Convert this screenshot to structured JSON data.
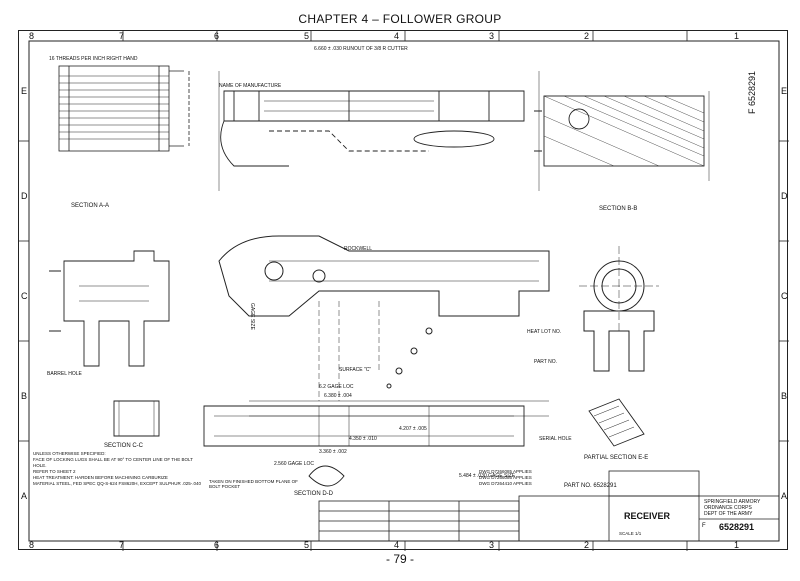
{
  "header": {
    "chapter_title": "CHAPTER 4 – FOLLOWER GROUP"
  },
  "footer": {
    "page_number": "- 79 -"
  },
  "border": {
    "columns_top": [
      "8",
      "7",
      "6",
      "5",
      "4",
      "3",
      "2",
      "1"
    ],
    "columns_bottom": [
      "8",
      "7",
      "6",
      "5",
      "4",
      "3",
      "2",
      "1"
    ],
    "rows_left": [
      "E",
      "D",
      "C",
      "B",
      "A"
    ],
    "rows_right": [
      "E",
      "D",
      "C",
      "B",
      "A"
    ]
  },
  "drawing_number_side": "F 6528291",
  "callouts": {
    "section_a": "SECTION A-A",
    "section_b": "SECTION B-B",
    "section_c": "SECTION C-C",
    "section_d": "SECTION D-D",
    "partial_e": "PARTIAL SECTION E-E",
    "thread": "16 THREADS PER INCH RIGHT HAND",
    "manufacture": "NAME OF MANUFACTURE",
    "cutter": "6.660 ± .030 RUNOUT OF 3/8 R CUTTER",
    "surface_c": "SURFACE \"C\"",
    "rockwell": "ROCKWELL",
    "heat_lot": "HEAT LOT NO.",
    "part_no_ref": "PART NO.",
    "serial_hole": "SERIAL HOLE",
    "barrel_hole": "BARREL HOLE",
    "gage_size": "GAGE SIZE",
    "taken_on": "TAKEN ON FINISHED BOTTOM PLANE OF BOLT POCKET",
    "dim_a": "6.2 GAGE LOC",
    "dim_b": "6.380 ± .004",
    "dim_c": "5.484 ± .030 GAGE SIZE",
    "dim_d": "4.350 ± .010",
    "dim_e": "4.207 ± .005",
    "dim_f": "3.360 ± .002",
    "dim_g": "2.560 GAGE LOC"
  },
  "notes": [
    "UNLESS OTHERWISE SPECIFIED:",
    "FACE OF LOCKING LUGS SHALL BE AT 90° TO CENTER LINE OF THE BOLT HOLE.",
    "REFER TO SHEET 2",
    "HEAT TREATMENT: HARDEN BEFORE MACHINING CARBURIZE",
    "MATERIAL STEEL, FED SPEC QQ-S-624 FS8620H, EXCEPT SULPHUR .025-.040"
  ],
  "applicability": [
    "DWG D7266085 APPLIES",
    "DWG D7266086 APPLIES",
    "DWG D7264410 APPLIES"
  ],
  "title_block": {
    "part_no_label": "PART NO.",
    "part_no": "6528291",
    "title": "RECEIVER",
    "agency": "SPRINGFIELD ARMORY",
    "agency2": "ORDNANCE CORPS",
    "agency3": "DEPT OF THE ARMY",
    "drawing_no": "6528291",
    "size": "F",
    "scale": "SCALE 1/1"
  }
}
